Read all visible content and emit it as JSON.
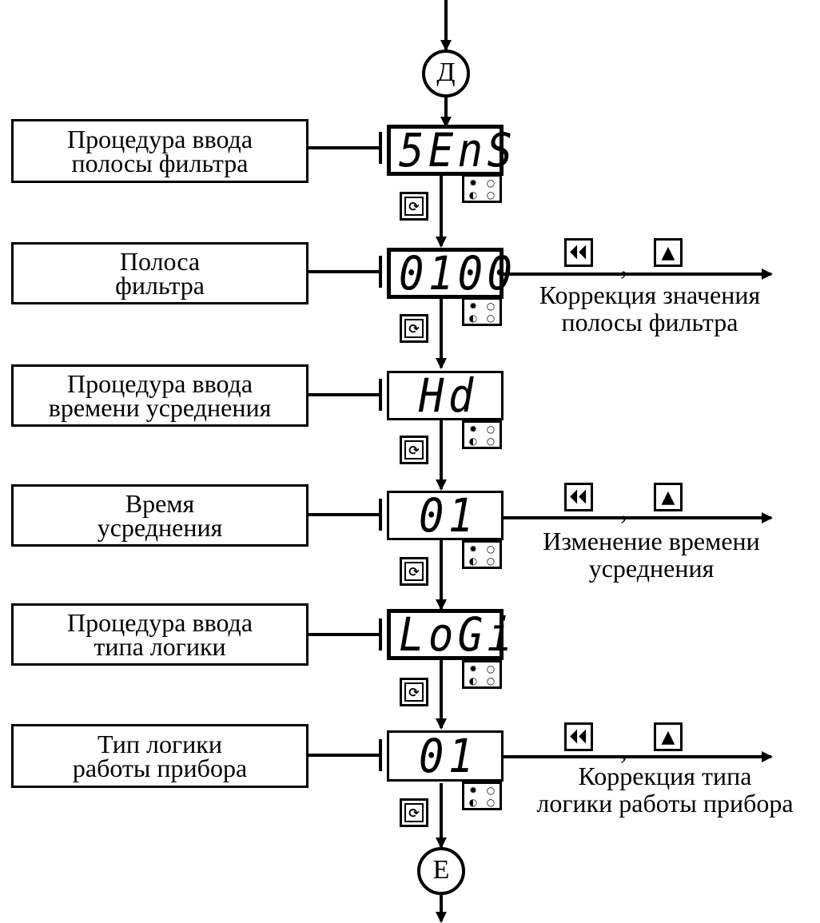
{
  "connectors": {
    "top": "Д",
    "bottom": "E"
  },
  "steps": [
    {
      "label": [
        "Процедура ввода",
        "полосы фильтра"
      ],
      "display": "5EnS",
      "action_text": []
    },
    {
      "label": [
        "Полоса",
        "фильтра"
      ],
      "display": "0100",
      "action_text": [
        "Коррекция значения",
        "полосы фильтра"
      ]
    },
    {
      "label": [
        "Процедура ввода",
        "времени усреднения"
      ],
      "display": "Hd",
      "action_text": []
    },
    {
      "label": [
        "Время",
        "усреднения"
      ],
      "display": "01",
      "action_text": [
        "Изменение времени",
        "усреднения"
      ]
    },
    {
      "label": [
        "Процедура ввода",
        "типа логики"
      ],
      "display": "LoGi",
      "action_text": []
    },
    {
      "label": [
        "Тип логики",
        "работы прибора"
      ],
      "display": "01",
      "action_text": [
        "Коррекция  типа",
        "логики работы прибора"
      ]
    }
  ],
  "action_separator": ",",
  "icons": {
    "cycle_button": "cycle-icon",
    "shift_button": "double-left-arrow-icon",
    "increment_button": "up-triangle-icon"
  }
}
